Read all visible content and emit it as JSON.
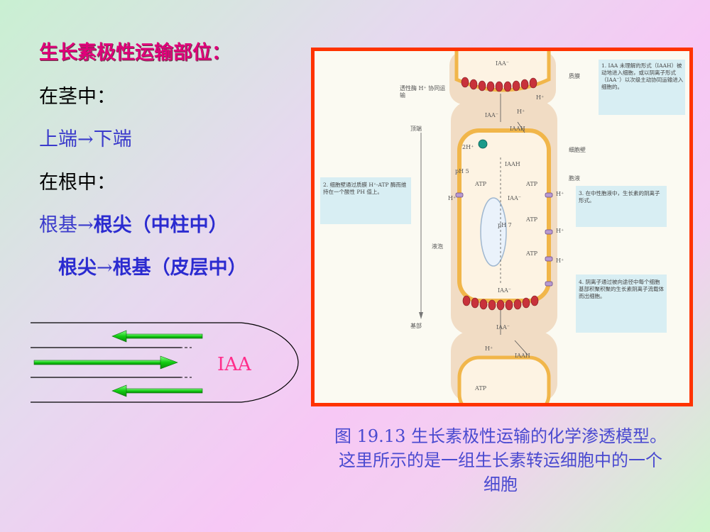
{
  "slide": {
    "title": "生长素极性运输部位：",
    "stem_label": "在茎中：",
    "stem_direction_from": "上端",
    "stem_direction_to": "下端",
    "root_label": "在根中：",
    "root_line1_from": "根基",
    "root_line1_to": "根尖（中柱中）",
    "root_line2_from": "根尖",
    "root_line2_to": "根基（皮层中）",
    "arrow_symbol": "→",
    "root_diagram_label": "IAA",
    "caption": "图 19.13 生长素极性运输的化学渗透模型。这里所示的是一组生长素转运细胞中的一个细胞"
  },
  "figure": {
    "labels": {
      "iaa_minus": "IAA⁻",
      "iaah": "IAAH",
      "h_plus": "H⁺",
      "two_h_plus": "2H⁺",
      "atp": "ATP",
      "ph5": "pH 5",
      "ph7": "pH 7",
      "plasma_membrane": "质膜",
      "cell_wall": "细胞壁",
      "cytosol": "胞液",
      "vacuole": "液泡",
      "top": "顶端",
      "base": "基部",
      "symporter": "透性酶 H⁺ 协同运输"
    },
    "notes": [
      "1. IAA 未理解的形式（IAAH）被动地进入细胞，或以阴离子形式（IAA⁻）以次级主动协同运输进入细胞的。",
      "2. 细胞壁通过质膜 H⁺-ATP 酶而维持在一个酸性 PH 值上。",
      "3. 在中性胞液中，生长素的阴离子形式。",
      "4. 阴离子通过被向途径中每个细胞基部积聚积聚的生长素阴离子流载体而出细胞。"
    ]
  },
  "colors": {
    "title": "#e0007a",
    "blue_text": "#3a3acb",
    "frame_border": "#ff3300",
    "arrow_green": "#22dd22"
  }
}
